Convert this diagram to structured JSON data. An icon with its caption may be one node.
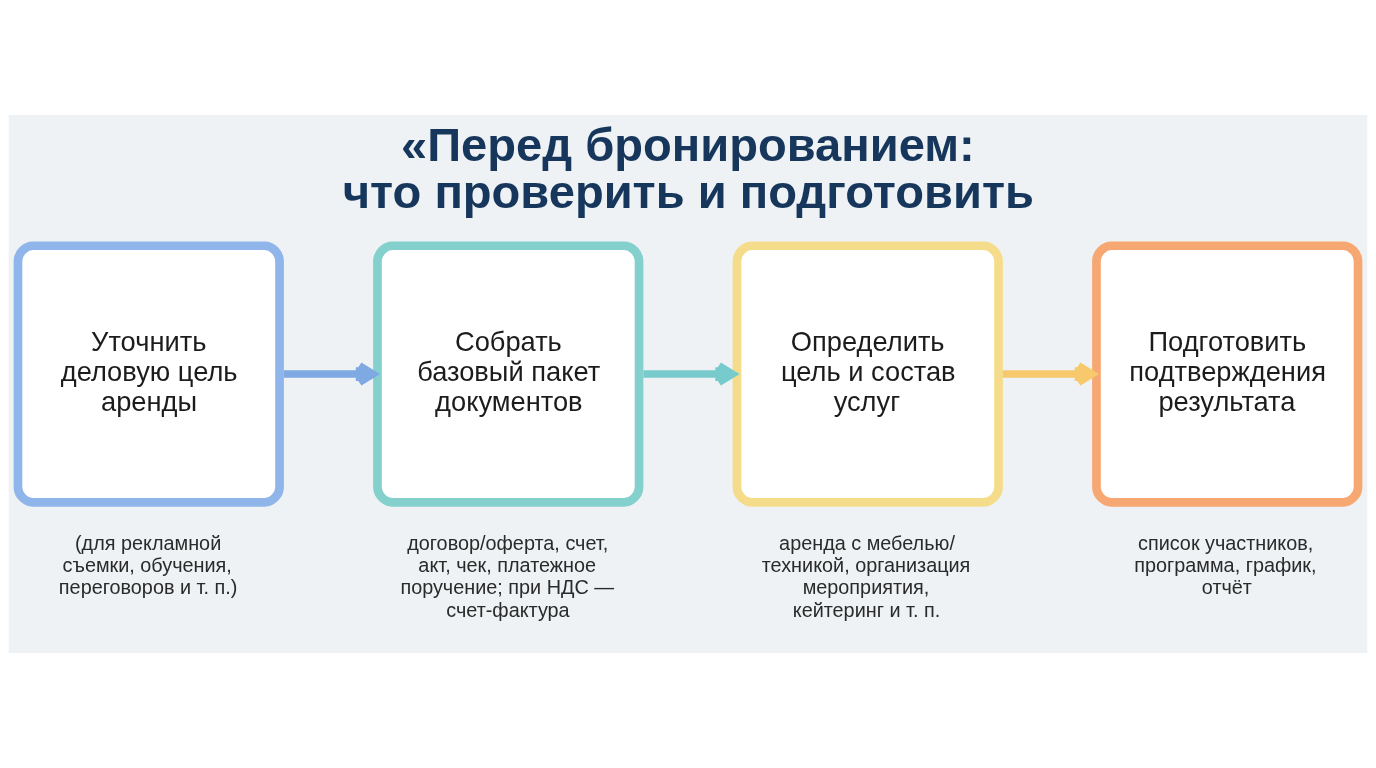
{
  "diagram": {
    "title": "«Перед бронированием: что проверить и подготовить",
    "nodes": [
      {
        "text": [
          "Уточнить деловую цель аренды"
        ],
        "beside": [
          "(для рекламной съемки, обучения, переговоров и т. п.)"
        ]
      },
      {
        "text": [
          "Собрать базовый пакет документов"
        ],
        "beside": [
          "договор/оферта, счет, акт, чек, платежное поручение; при НДС — счет-фактура"
        ]
      },
      {
        "text": [
          "Определить цель и состав услуг"
        ],
        "beside": [
          "аренда с мебелью/ техникой, организация мероприятия, кейтеринг и т. п."
        ]
      },
      {
        "text": [
          "Подготовить подтверждения результата"
        ],
        "beside": [
          "список участников, программа, график, отчёт"
        ]
      }
    ],
    "edges": [
      {
        "from": 0,
        "to": 1,
        "arrow": "to",
        "color": "#7fa9e2"
      },
      {
        "from": 1,
        "to": 2,
        "arrow": "to",
        "color": "#77cbcc"
      },
      {
        "from": 2,
        "to": 3,
        "arrow": "to",
        "color": "#f7c96c"
      }
    ]
  }
}
